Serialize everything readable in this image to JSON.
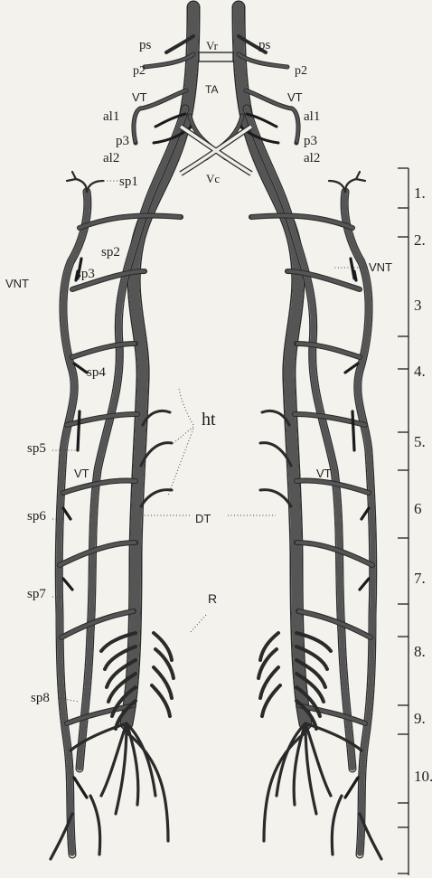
{
  "figure": {
    "labels": {
      "ps_left": "ps",
      "ps_right": "ps",
      "vr": "Vr",
      "p2_left": "p2",
      "p2_right": "p2",
      "ta": "TA",
      "vt_top_left": "VT",
      "vt_top_right": "VT",
      "al1_left": "al1",
      "al1_right": "al1",
      "p3_left": "p3",
      "p3_right": "p3",
      "al2_left": "al2",
      "al2_right": "al2",
      "vc": "Vc",
      "sp1": "sp1",
      "sp2": "sp2",
      "sp3": "sp3",
      "sp4": "sp4",
      "sp5": "sp5",
      "sp6": "sp6",
      "sp7": "sp7",
      "sp8": "sp8",
      "vnt_left": "VNT",
      "vnt_right": "VNT",
      "ht": "ht",
      "vt_mid_left": "VT",
      "vt_mid_right": "VT",
      "dt": "DT",
      "r": "R"
    },
    "scale_numbers": [
      "1.",
      "2.",
      "3",
      "4.",
      "5.",
      "6",
      "7.",
      "8.",
      "9.",
      "10."
    ]
  }
}
